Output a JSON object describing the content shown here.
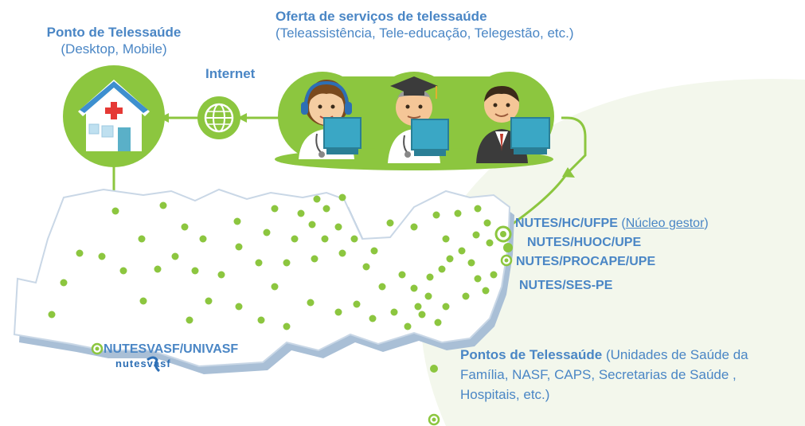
{
  "colors": {
    "text_blue": "#4a86c5",
    "green": "#8cc63f",
    "map_fill": "#ffffff",
    "map_shadow": "#b8c9dc",
    "bg_swoosh": "#f1f6e8"
  },
  "telehealth_point": {
    "title": "Ponto de Telessaúde",
    "subtitle": "(Desktop, Mobile)"
  },
  "internet_label": "Internet",
  "services": {
    "title": "Oferta de serviços de telessaúde",
    "subtitle": "(Teleassistência, Tele-educação, Telegestão, etc.)"
  },
  "nodes": {
    "hc_ufpe": "NUTES/HC/UFPE",
    "hc_ufpe_role": "Núcleo gestor",
    "huoc_upe": "NUTES/HUOC/UPE",
    "procape_upe": "NUTES/PROCAPE/UPE",
    "ses_pe": "NUTES/SES-PE",
    "vasf_univasf": "NUTESVASF/UNIVASF",
    "vasf_logo_text": "nutesvasf"
  },
  "legend": {
    "title": "Pontos de Telessaúde",
    "description_line1": "(Unidades de Saúde da",
    "description_line2": "Família, NASF, CAPS, Secretarias de Saúde ,",
    "description_line3": "Hospitais, etc.)"
  },
  "icons": {
    "health_house": "health-house-icon",
    "globe": "globe-icon",
    "nurse_headset": "nurse-headset-icon",
    "graduate": "graduate-icon",
    "manager": "manager-icon"
  }
}
